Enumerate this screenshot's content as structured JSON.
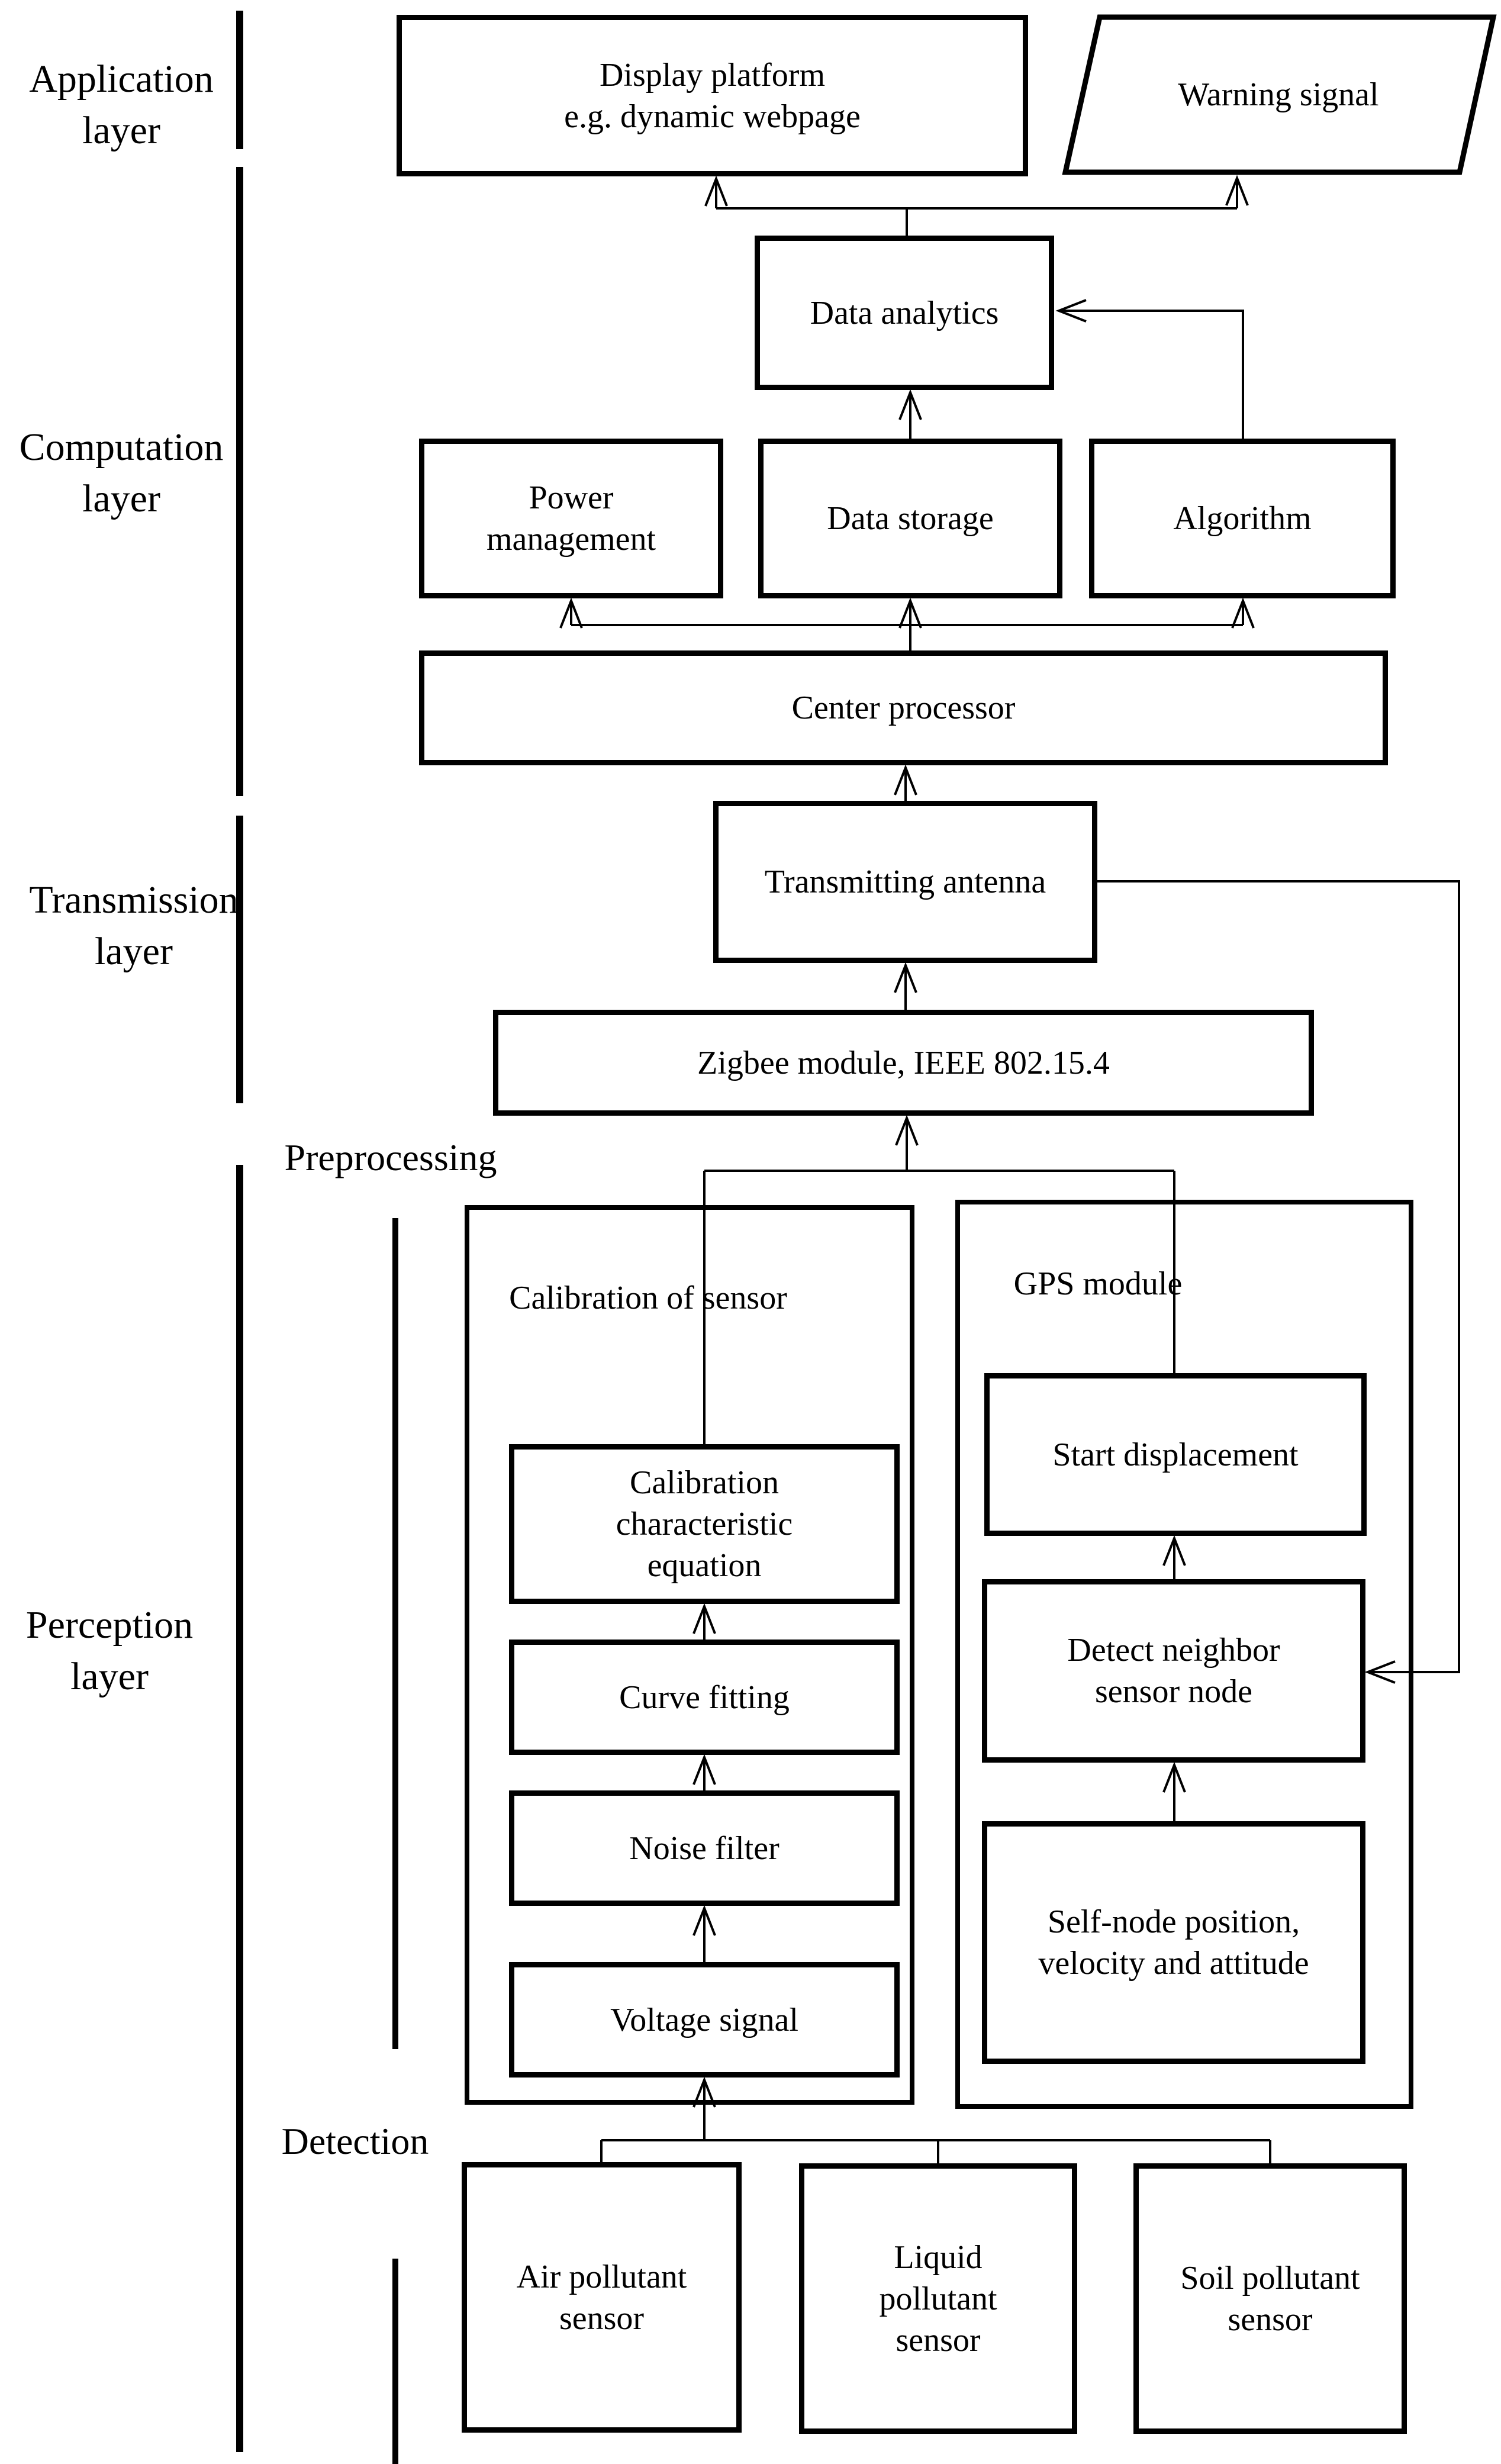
{
  "layers": [
    {
      "label": "Application\nlayer"
    },
    {
      "label": "Computation\nlayer"
    },
    {
      "label": "Transmission\nlayer"
    },
    {
      "label": "Perception\nlayer"
    }
  ],
  "sections": {
    "preprocessing": "Preprocessing",
    "detection": "Detection"
  },
  "nodes": {
    "display_platform": "Display platform\ne.g. dynamic webpage",
    "warning_signal": "Warning signal",
    "data_analytics": "Data analytics",
    "power_management": "Power\nmanagement",
    "data_storage": "Data storage",
    "algorithm": "Algorithm",
    "center_processor": "Center processor",
    "transmitting_antenna": "Transmitting antenna",
    "zigbee_module": "Zigbee module, IEEE 802.15.4",
    "calibration_container": "Calibration of sensor",
    "gps_container": "GPS module",
    "calibration_equation": "Calibration\ncharacteristic\nequation",
    "curve_fitting": "Curve fitting",
    "noise_filter": "Noise filter",
    "voltage_signal": "Voltage signal",
    "start_displacement": "Start displacement",
    "detect_neighbor": "Detect neighbor\nsensor node",
    "self_node": "Self-node position,\nvelocity and attitude",
    "air_sensor": "Air pollutant\nsensor",
    "liquid_sensor": "Liquid\npollutant\nsensor",
    "soil_sensor": "Soil pollutant\nsensor"
  },
  "colors": {
    "ink": "#000000",
    "background": "#ffffff"
  }
}
